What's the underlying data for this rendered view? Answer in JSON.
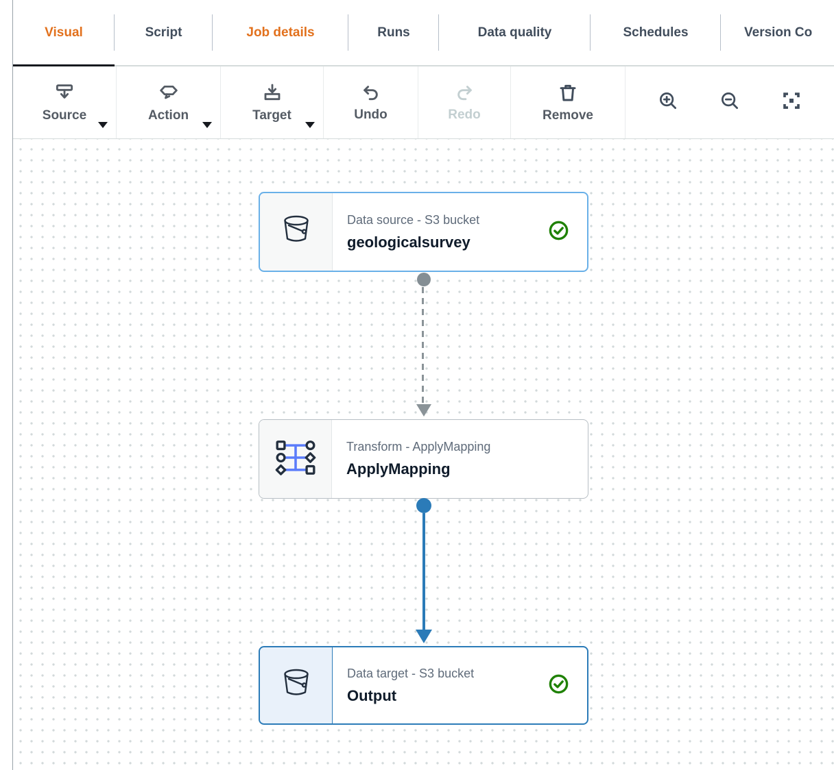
{
  "tabs": [
    {
      "label": "Visual",
      "active": true,
      "highlighted": true
    },
    {
      "label": "Script",
      "active": false,
      "highlighted": false
    },
    {
      "label": "Job details",
      "active": false,
      "highlighted": true
    },
    {
      "label": "Runs",
      "active": false,
      "highlighted": false
    },
    {
      "label": "Data quality",
      "active": false,
      "highlighted": false
    },
    {
      "label": "Schedules",
      "active": false,
      "highlighted": false
    },
    {
      "label": "Version Co",
      "active": false,
      "highlighted": false
    }
  ],
  "toolbar": {
    "buttons": [
      {
        "label": "Source",
        "icon": "source-icon",
        "dropdown": true,
        "disabled": false
      },
      {
        "label": "Action",
        "icon": "action-icon",
        "dropdown": true,
        "disabled": false
      },
      {
        "label": "Target",
        "icon": "target-icon",
        "dropdown": true,
        "disabled": false
      },
      {
        "label": "Undo",
        "icon": "undo-icon",
        "dropdown": false,
        "disabled": false
      },
      {
        "label": "Redo",
        "icon": "redo-icon",
        "dropdown": false,
        "disabled": true
      },
      {
        "label": "Remove",
        "icon": "trash-icon",
        "dropdown": false,
        "disabled": false
      }
    ],
    "zoom_controls": [
      {
        "name": "zoom-in"
      },
      {
        "name": "zoom-out"
      },
      {
        "name": "fit-to-view"
      }
    ]
  },
  "canvas": {
    "nodes": [
      {
        "subtitle": "Data source - S3 bucket",
        "title": "geologicalsurvey",
        "icon": "s3-bucket-icon",
        "status": "valid"
      },
      {
        "subtitle": "Transform - ApplyMapping",
        "title": "ApplyMapping",
        "icon": "apply-mapping-icon",
        "status": ""
      },
      {
        "subtitle": "Data target - S3 bucket",
        "title": "Output",
        "icon": "s3-bucket-icon",
        "status": "valid"
      }
    ],
    "connections": [
      {
        "from": "geologicalsurvey",
        "to": "ApplyMapping",
        "style": "dashed",
        "color": "#8a9398"
      },
      {
        "from": "ApplyMapping",
        "to": "Output",
        "style": "solid",
        "color": "#2b7bb8"
      }
    ]
  },
  "colors": {
    "accent_orange": "#e2711d",
    "tab_ink": "#414d5c",
    "active_tab_indicator": "#16191f",
    "edge_blue": "#2b7bb8",
    "edge_gray": "#8a9398",
    "status_green": "#1f8104",
    "icon_blue": "#5b7cfa",
    "icon_ink": "#232f3e",
    "selected_border_light": "#69b0e8"
  }
}
